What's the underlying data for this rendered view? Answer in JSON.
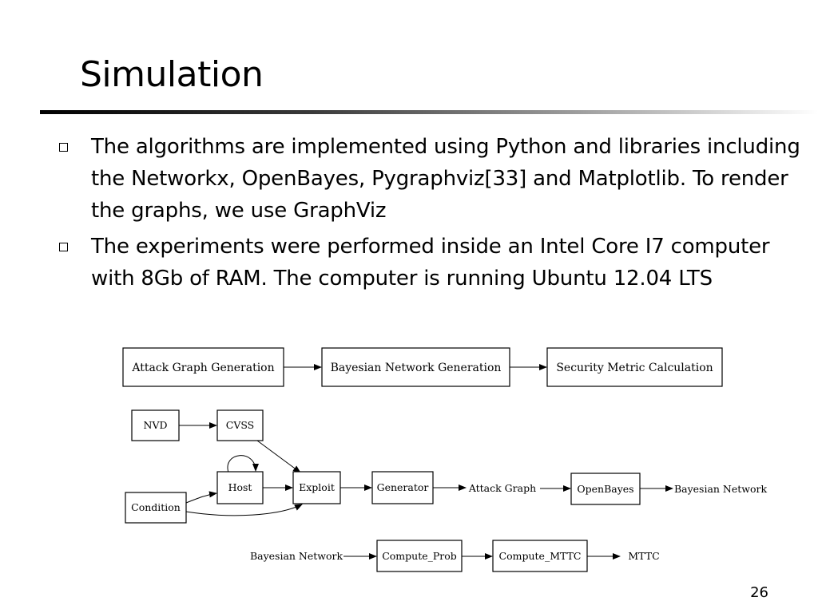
{
  "slide": {
    "title": "Simulation",
    "page_number": "26"
  },
  "bullets": [
    "The algorithms are implemented using Python and libraries including the Networkx, OpenBayes, Pygraphviz[33] and Matplotlib. To render the graphs, we use GraphViz",
    "The experiments were performed inside an Intel Core I7 computer with 8Gb of RAM. The computer is running Ubuntu 12.04 LTS"
  ],
  "diagram": {
    "pipeline": {
      "attack_graph_generation": "Attack Graph Generation",
      "bayesian_network_generation": "Bayesian Network Generation",
      "security_metric_calculation": "Security Metric Calculation"
    },
    "generation": {
      "nvd": "NVD",
      "cvss": "CVSS",
      "host": "Host",
      "condition": "Condition",
      "exploit": "Exploit",
      "generator": "Generator",
      "attack_graph": "Attack Graph",
      "openbayes": "OpenBayes",
      "bayesian_network": "Bayesian Network"
    },
    "metric": {
      "bayesian_network": "Bayesian Network",
      "compute_prob": "Compute_Prob",
      "compute_mttc": "Compute_MTTC",
      "mttc": "MTTC"
    }
  }
}
